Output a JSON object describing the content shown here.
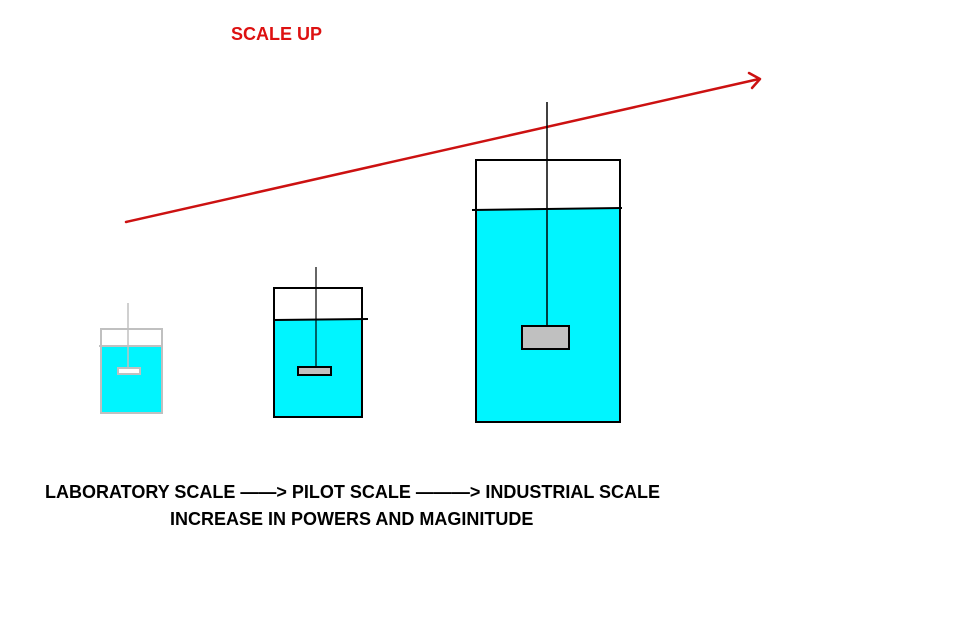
{
  "title": "SCALE UP",
  "colors": {
    "title": "#dd1111",
    "arrow": "#cc1111",
    "liquid": "#00f5ff",
    "vessel_outline": "#000000",
    "lab_vessel_outline": "#c0c0c0",
    "impeller_fill": "#c0c0c0",
    "text": "#000000"
  },
  "flow": {
    "stages": [
      "LABORATORY SCALE",
      "PILOT SCALE",
      "INDUSTRIAL SCALE"
    ],
    "line": "LABORATORY SCALE ——> PILOT SCALE ———> INDUSTRIAL SCALE"
  },
  "subtitle": "INCREASE IN POWERS AND MAGINITUDE",
  "icons": {
    "arrow": "trend-arrow-icon",
    "vessels": [
      "laboratory-vessel-icon",
      "pilot-vessel-icon",
      "industrial-vessel-icon"
    ]
  }
}
